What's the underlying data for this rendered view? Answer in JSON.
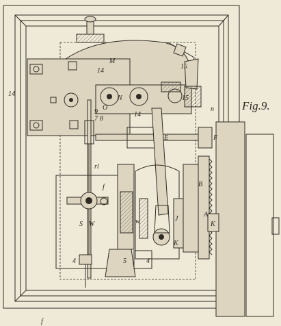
{
  "figure": {
    "caption": "Fig.9.",
    "bottom_mark": "f"
  },
  "labels": {
    "M": "M",
    "N": "N",
    "O": "O",
    "fourteen_top": "14",
    "fourteen_left": "14",
    "fourteen_mid": "14",
    "fifteen_top": "15",
    "fifteen_right": "15",
    "nine": "9",
    "eight": "8",
    "seven": "7",
    "n": "n",
    "E": "E",
    "F": "F",
    "rl": "rl",
    "f_mid": "f",
    "S": "S",
    "W": "W",
    "w": "w",
    "J": "J",
    "K_lower": "K",
    "K_right": "K",
    "A": "A",
    "B": "B",
    "four_left": "4",
    "five": "5",
    "four_right": "4"
  },
  "colors": {
    "paper": "#efe9d7",
    "ink": "#2f2b24",
    "shade": "#ddd5bf"
  }
}
